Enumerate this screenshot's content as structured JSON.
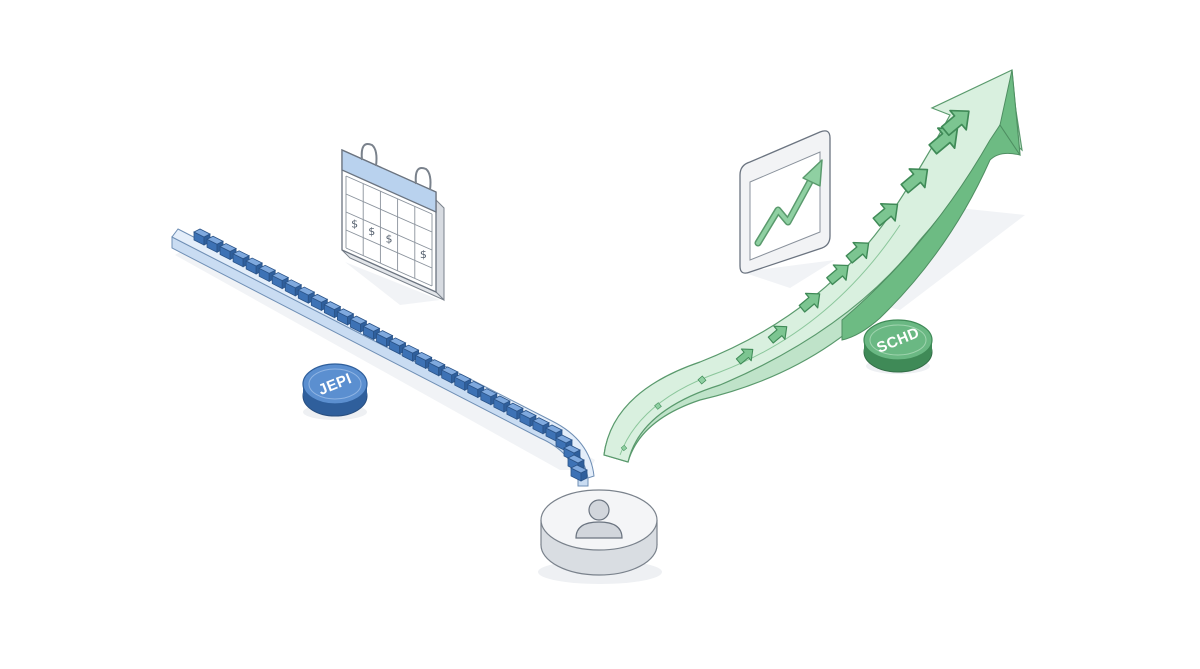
{
  "colors": {
    "blue_accent": "#4a7fc1",
    "blue_light": "#dce9f7",
    "blue_dark": "#2f5f9c",
    "green_accent": "#5cb077",
    "green_light": "#d7efdd",
    "green_dark": "#3f8a57",
    "outline": "#6b7480",
    "shadow": "#eef0f3"
  },
  "left_path": {
    "coin_label": "JEPI",
    "block_count": 28,
    "icon": "calendar-icon",
    "calendar_dollar": "$"
  },
  "right_path": {
    "coin_label": "SCHD",
    "arrow_count": 9,
    "icon": "growth-chart-icon"
  },
  "hub": {
    "icon": "person-icon"
  }
}
